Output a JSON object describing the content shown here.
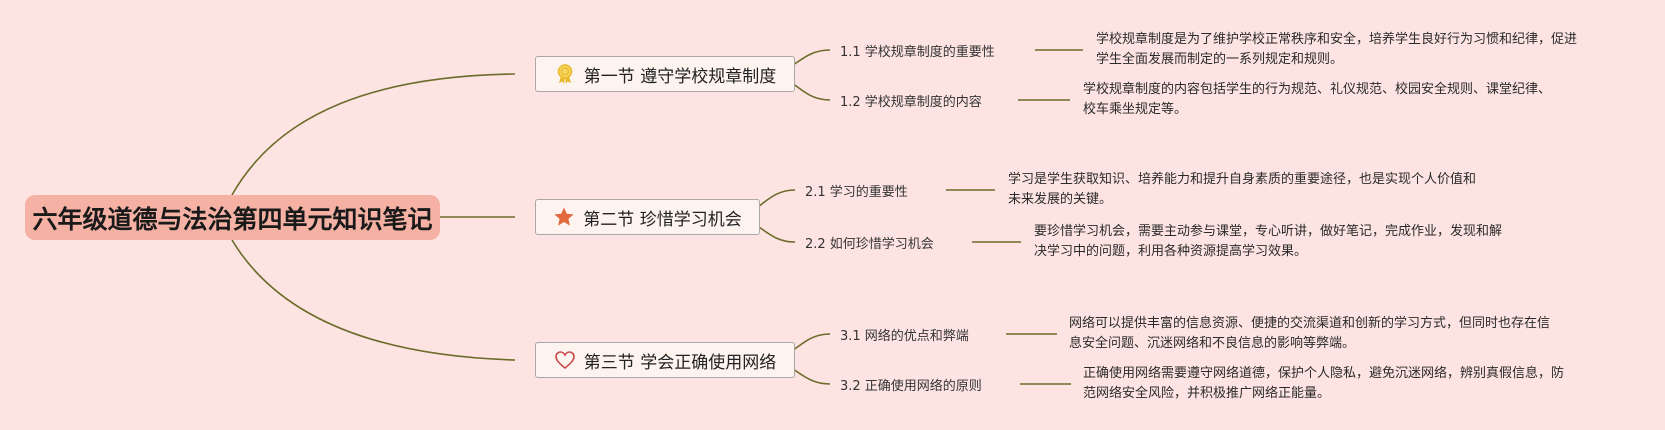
{
  "root": {
    "title": "六年级道德与法治第四单元知识笔记"
  },
  "sections": [
    {
      "icon": "award-ribbon-icon",
      "title": "第一节 遵守学校规章制度",
      "items": [
        {
          "label": "1.1 学校规章制度的重要性",
          "desc": "学校规章制度是为了维护学校正常秩序和安全，培养学生良好行为习惯和纪律，促进学生全面发展而制定的一系列规定和规则。"
        },
        {
          "label": "1.2 学校规章制度的内容",
          "desc": "学校规章制度的内容包括学生的行为规范、礼仪规范、校园安全规则、课堂纪律、校车乘坐规定等。"
        }
      ]
    },
    {
      "icon": "star-icon",
      "title": "第二节 珍惜学习机会",
      "items": [
        {
          "label": "2.1 学习的重要性",
          "desc": "学习是学生获取知识、培养能力和提升自身素质的重要途径，也是实现个人价值和未来发展的关键。"
        },
        {
          "label": "2.2 如何珍惜学习机会",
          "desc": "要珍惜学习机会，需要主动参与课堂，专心听讲，做好笔记，完成作业，发现和解决学习中的问题，利用各种资源提高学习效果。"
        }
      ]
    },
    {
      "icon": "heart-icon",
      "title": "第三节 学会正确使用网络",
      "items": [
        {
          "label": "3.1 网络的优点和弊端",
          "desc": "网络可以提供丰富的信息资源、便捷的交流渠道和创新的学习方式，但同时也存在信息安全问题、沉迷网络和不良信息的影响等弊端。"
        },
        {
          "label": "3.2 正确使用网络的原则",
          "desc": "正确使用网络需要遵守网络道德，保护个人隐私，避免沉迷网络，辨别真假信息，防范网络安全风险，并积极推广网络正能量。"
        }
      ]
    }
  ],
  "colors": {
    "background": "#fde4e2",
    "root_fill": "#f4b1a4",
    "branch_line": "#6b6b2a",
    "award": "#e8b829",
    "star": "#e2683e",
    "heart": "#c84a4a"
  }
}
